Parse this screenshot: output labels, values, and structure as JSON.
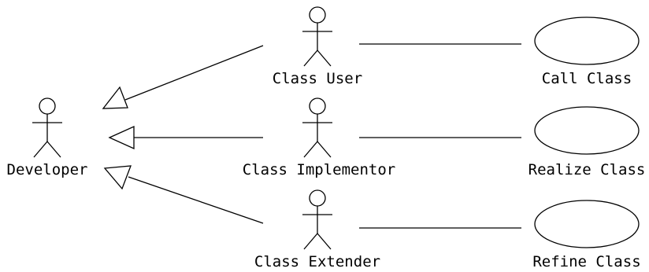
{
  "diagram": {
    "actors": [
      {
        "id": "developer",
        "label": "Developer"
      },
      {
        "id": "class_user",
        "label": "Class User"
      },
      {
        "id": "class_implementor",
        "label": "Class Implementor"
      },
      {
        "id": "class_extender",
        "label": "Class Extender"
      }
    ],
    "use_cases": [
      {
        "id": "call_class",
        "label": "Call Class"
      },
      {
        "id": "realize_class",
        "label": "Realize Class"
      },
      {
        "id": "refine_class",
        "label": "Refine Class"
      }
    ],
    "generalizations": [
      {
        "from": "class_user",
        "to": "developer"
      },
      {
        "from": "class_implementor",
        "to": "developer"
      },
      {
        "from": "class_extender",
        "to": "developer"
      }
    ],
    "associations": [
      {
        "actor": "class_user",
        "use_case": "call_class"
      },
      {
        "actor": "class_implementor",
        "use_case": "realize_class"
      },
      {
        "actor": "class_extender",
        "use_case": "refine_class"
      }
    ]
  }
}
